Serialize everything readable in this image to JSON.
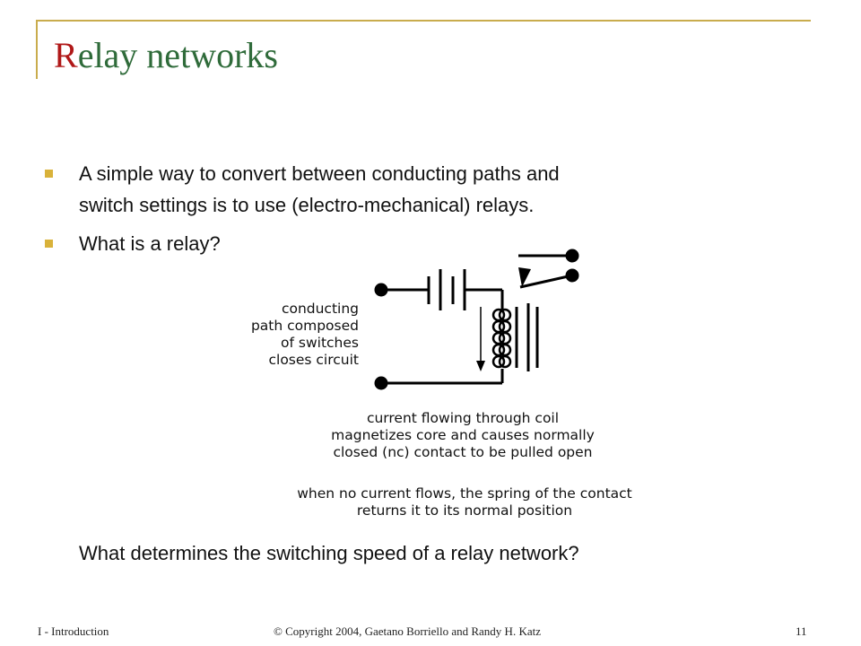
{
  "slide": {
    "title_first_letter": "R",
    "title_rest": "elay networks",
    "bullets": [
      {
        "line1": "A simple way to convert between conducting paths and",
        "line2": "switch settings is to use (electro-mechanical) relays."
      },
      {
        "line1": "What is a relay?"
      }
    ],
    "diagram": {
      "left_label": [
        "conducting",
        "path composed",
        "of switches",
        "closes circuit"
      ],
      "coil_label": [
        "current flowing through coil",
        "magnetizes core and causes normally",
        "closed (nc) contact to be pulled open"
      ],
      "spring_label": [
        "when no current flows, the spring of the contact",
        "returns it to its normal position"
      ]
    },
    "question": "What determines the switching speed of a relay network?"
  },
  "footer": {
    "left": "I - Introduction",
    "center": "© Copyright 2004, Gaetano Borriello and Randy H. Katz",
    "page_number": "11"
  },
  "colors": {
    "frame": "#c9ac4d",
    "title_accent": "#b01818",
    "title": "#2f6b3a",
    "bullet": "#d9b23a"
  }
}
